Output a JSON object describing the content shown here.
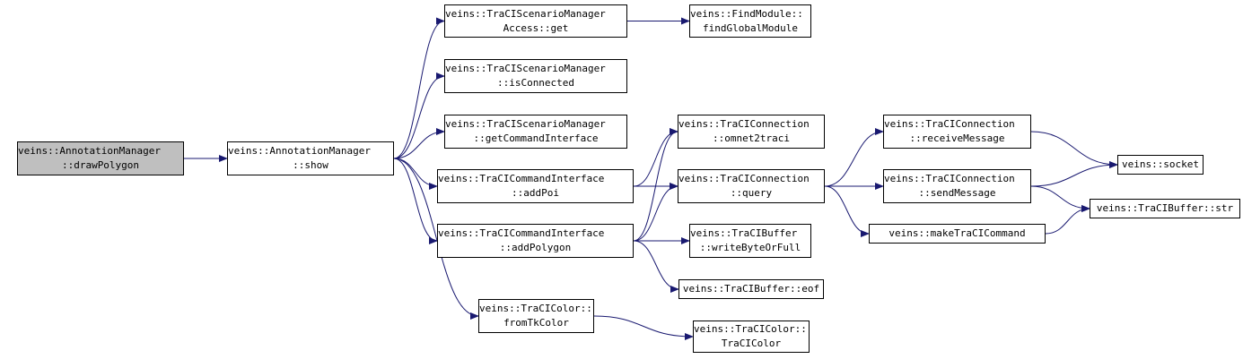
{
  "nodes": [
    {
      "id": "n0",
      "lines": [
        "veins::AnnotationManager",
        "::drawPolygon"
      ],
      "root": true
    },
    {
      "id": "n1",
      "lines": [
        "veins::AnnotationManager",
        "::show"
      ]
    },
    {
      "id": "n2",
      "lines": [
        "veins::TraCIScenarioManager",
        "Access::get"
      ]
    },
    {
      "id": "n3",
      "lines": [
        "veins::TraCIScenarioManager",
        "::isConnected"
      ]
    },
    {
      "id": "n4",
      "lines": [
        "veins::TraCIScenarioManager",
        "::getCommandInterface"
      ]
    },
    {
      "id": "n5",
      "lines": [
        "veins::TraCICommandInterface",
        "::addPoi"
      ]
    },
    {
      "id": "n6",
      "lines": [
        "veins::TraCICommandInterface",
        "::addPolygon"
      ]
    },
    {
      "id": "n7",
      "lines": [
        "veins::TraCIColor::",
        "fromTkColor"
      ]
    },
    {
      "id": "n8",
      "lines": [
        "veins::FindModule::",
        "findGlobalModule"
      ]
    },
    {
      "id": "n9",
      "lines": [
        "veins::TraCIConnection",
        "::omnet2traci"
      ]
    },
    {
      "id": "n10",
      "lines": [
        "veins::TraCIConnection",
        "::query"
      ]
    },
    {
      "id": "n11",
      "lines": [
        "veins::TraCIBuffer",
        "::writeByteOrFull"
      ]
    },
    {
      "id": "n12",
      "lines": [
        "veins::TraCIBuffer::eof"
      ]
    },
    {
      "id": "n13",
      "lines": [
        "veins::TraCIColor::",
        "TraCIColor"
      ]
    },
    {
      "id": "n14",
      "lines": [
        "veins::TraCIConnection",
        "::receiveMessage"
      ]
    },
    {
      "id": "n15",
      "lines": [
        "veins::TraCIConnection",
        "::sendMessage"
      ]
    },
    {
      "id": "n16",
      "lines": [
        "veins::makeTraCICommand"
      ]
    },
    {
      "id": "n17",
      "lines": [
        "veins::socket"
      ]
    },
    {
      "id": "n18",
      "lines": [
        "veins::TraCIBuffer::str"
      ]
    }
  ],
  "edges": [
    [
      "n0",
      "n1"
    ],
    [
      "n1",
      "n2"
    ],
    [
      "n1",
      "n3"
    ],
    [
      "n1",
      "n4"
    ],
    [
      "n1",
      "n5"
    ],
    [
      "n1",
      "n6"
    ],
    [
      "n1",
      "n7"
    ],
    [
      "n2",
      "n8"
    ],
    [
      "n5",
      "n9"
    ],
    [
      "n5",
      "n10"
    ],
    [
      "n6",
      "n9"
    ],
    [
      "n6",
      "n10"
    ],
    [
      "n6",
      "n11"
    ],
    [
      "n6",
      "n12"
    ],
    [
      "n7",
      "n13"
    ],
    [
      "n10",
      "n14"
    ],
    [
      "n10",
      "n15"
    ],
    [
      "n10",
      "n16"
    ],
    [
      "n14",
      "n17"
    ],
    [
      "n15",
      "n17"
    ],
    [
      "n15",
      "n18"
    ],
    [
      "n16",
      "n18"
    ]
  ],
  "colors": {
    "edge": "#191970",
    "root_fill": "#bfbfbf",
    "node_border": "#000000"
  }
}
